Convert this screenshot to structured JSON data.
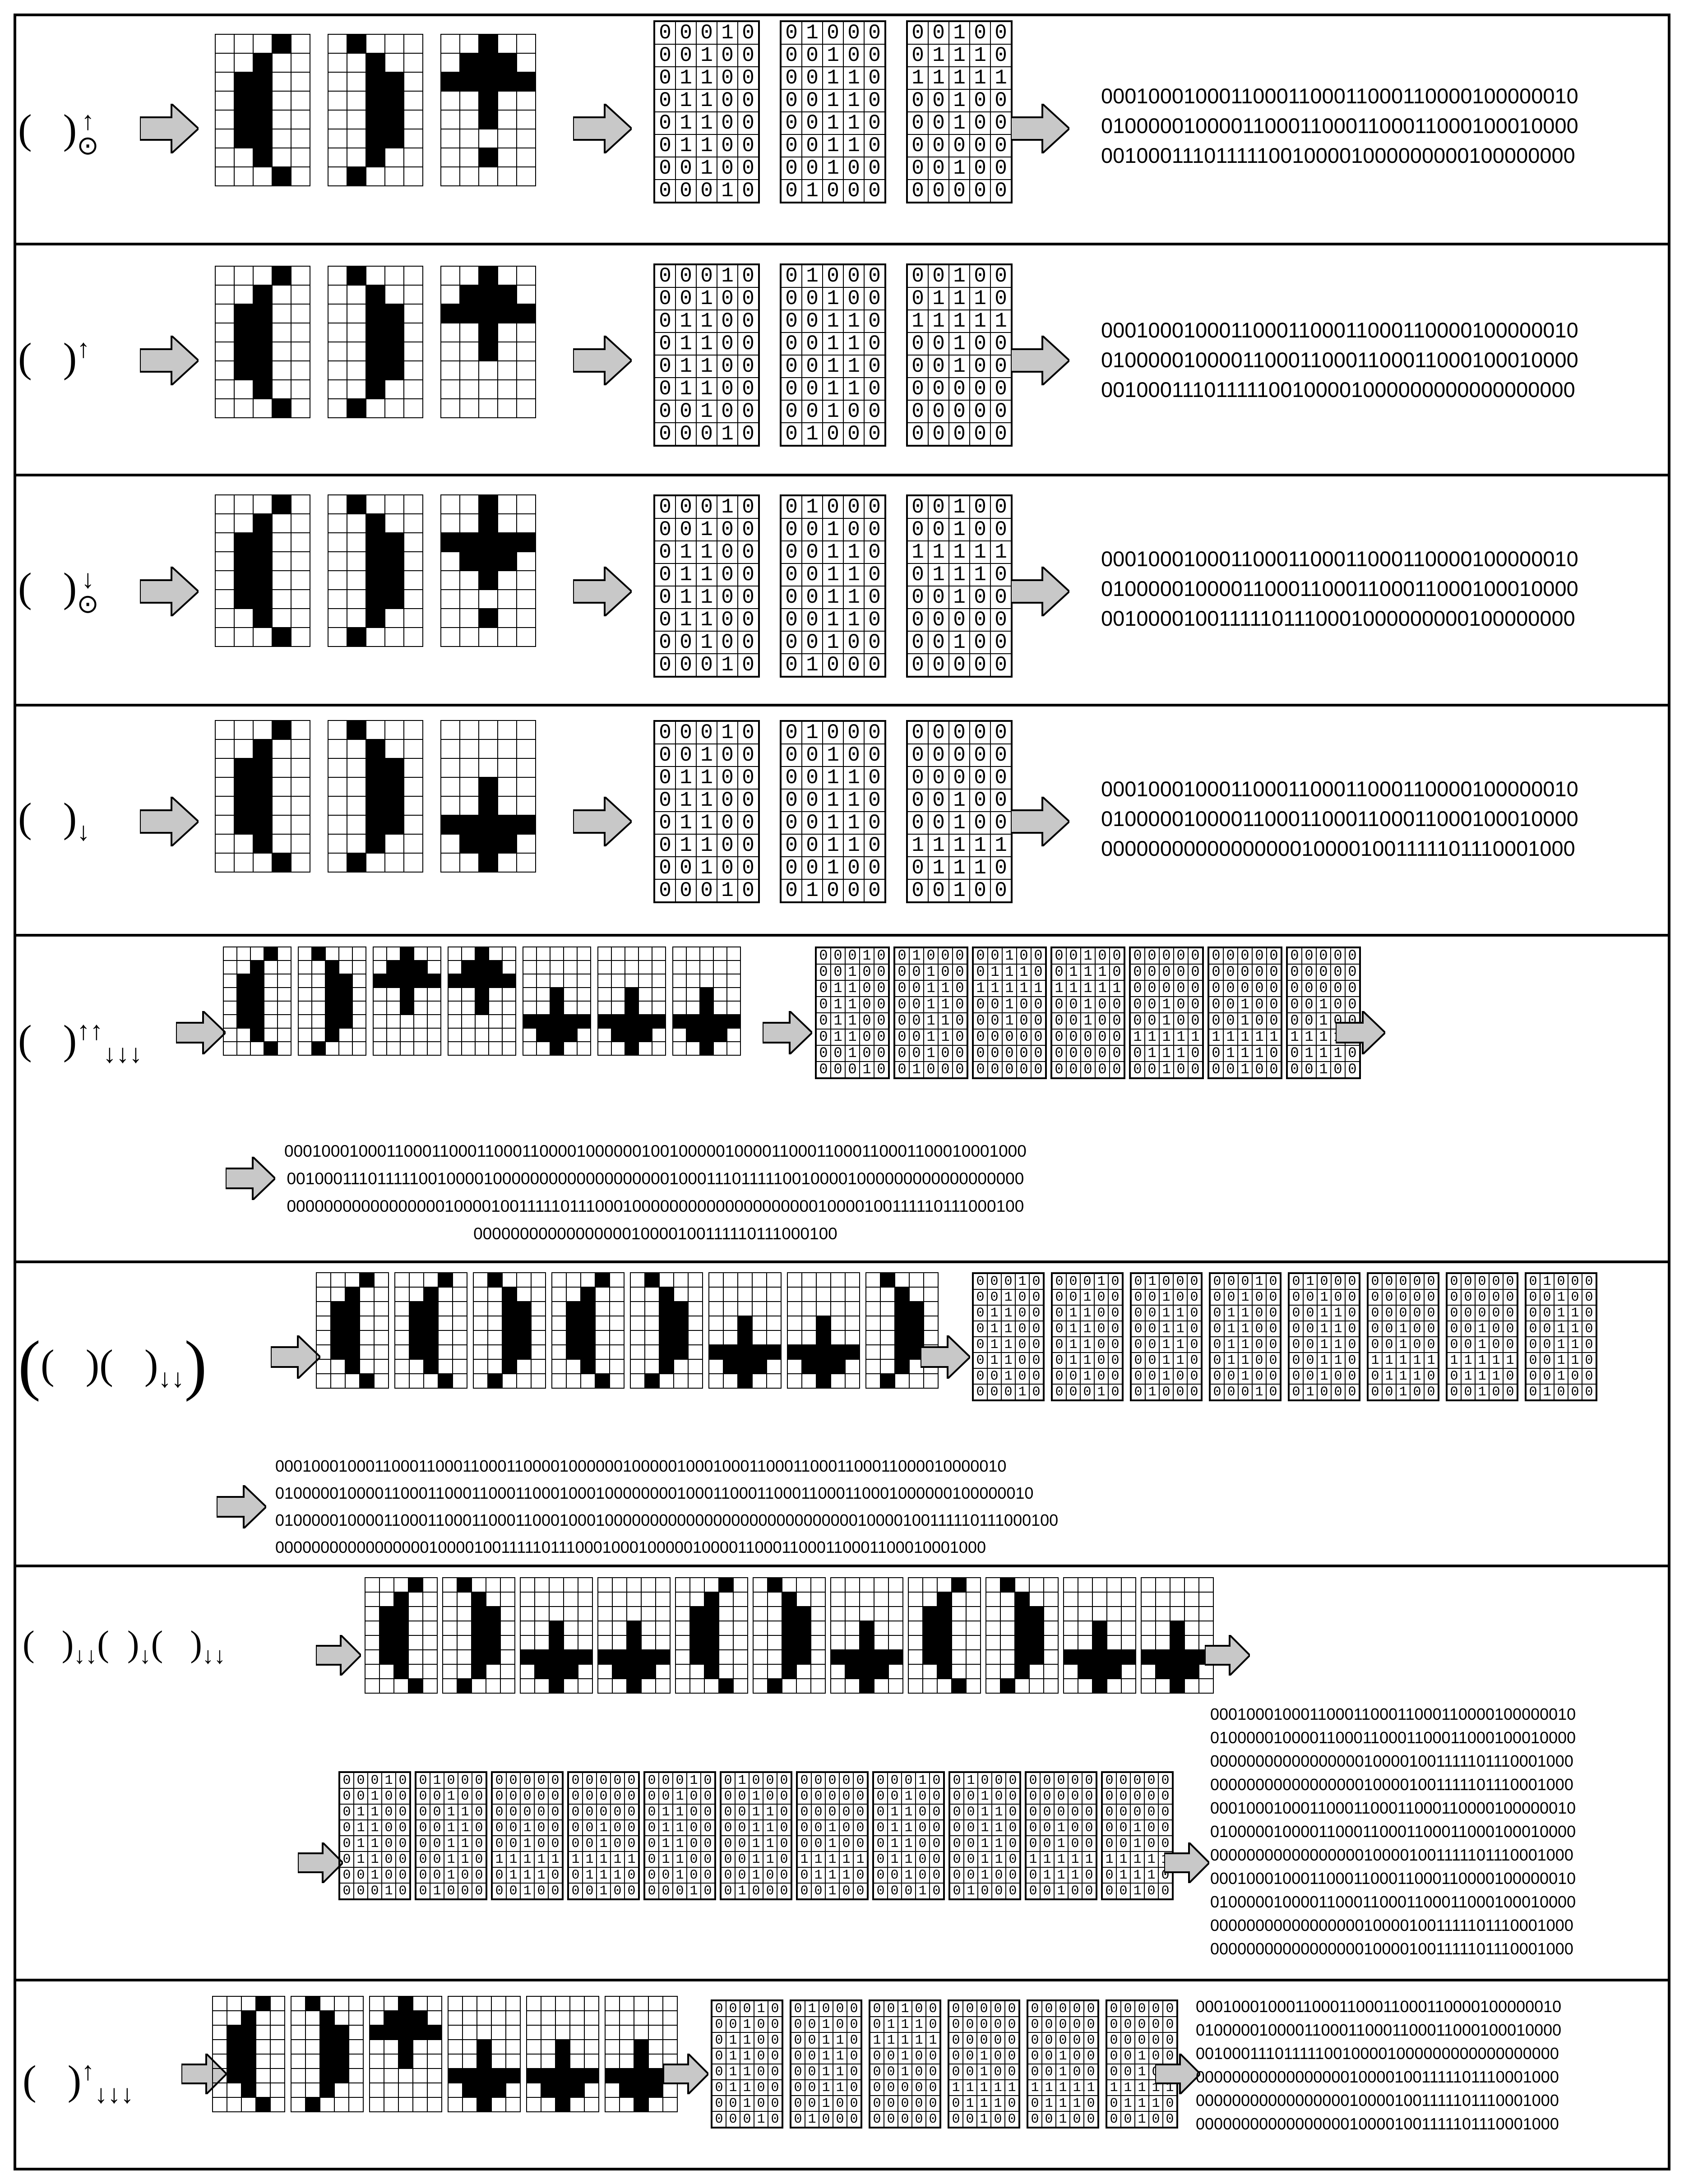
{
  "glyph_bitmaps": {
    "lp": [
      "00010",
      "00100",
      "01100",
      "01100",
      "01100",
      "01100",
      "00100",
      "00010"
    ],
    "rp": [
      "01000",
      "00100",
      "00110",
      "00110",
      "00110",
      "00110",
      "00100",
      "01000"
    ],
    "up_dot": [
      "00100",
      "01110",
      "11111",
      "00100",
      "00100",
      "00000",
      "00100",
      "00000"
    ],
    "up": [
      "00100",
      "01110",
      "11111",
      "00100",
      "00100",
      "00000",
      "00000",
      "00000"
    ],
    "down_dot": [
      "00100",
      "00100",
      "11111",
      "01110",
      "00100",
      "00000",
      "00100",
      "00000"
    ],
    "down": [
      "00000",
      "00000",
      "00000",
      "00100",
      "00100",
      "11111",
      "01110",
      "00100"
    ]
  },
  "rows": [
    {
      "label": "( )↑⊙",
      "glyphs": [
        "lp",
        "rp",
        "up_dot"
      ],
      "binary": [
        "00010001000110001100011000110000100000010",
        "01000001000011000110001100011000100010000",
        "00100011101111100100001000000000100000000"
      ]
    },
    {
      "label": "( )↑",
      "glyphs": [
        "lp",
        "rp",
        "up"
      ],
      "binary": [
        "00010001000110001100011000110000100000010",
        "01000001000011000110001100011000100010000",
        "00100011101111100100001000000000000000000"
      ]
    },
    {
      "label": "( )↓⊙",
      "glyphs": [
        "lp",
        "rp",
        "down_dot"
      ],
      "binary": [
        "00010001000110001100011000110000100000010",
        "01000001000011000110001100011000100010000",
        "00100001001111101110001000000000100000000"
      ]
    },
    {
      "label": "( )↓",
      "glyphs": [
        "lp",
        "rp",
        "down"
      ],
      "binary": [
        "00010001000110001100011000110000100000010",
        "01000001000011000110001100011000100010000",
        "00000000000000000100001001111101110001000"
      ]
    },
    {
      "label": "( )↑↑↓↓↓",
      "glyphs": [
        "lp",
        "rp",
        "up",
        "up",
        "down",
        "down",
        "down"
      ],
      "binary": [
        "000100010001100011000110001100001000000100100000100001100011000110001100010001000",
        "001000111011111001000010000000000000000000100011101111100100001000000000000000000",
        "000000000000000001000010011111011100010000000000000000000010000100111110111000100",
        "0000000000000000010000100111110111000100"
      ]
    },
    {
      "label": "(( )( )↓↓)",
      "glyphs": [
        "lp",
        "lp",
        "rp",
        "lp",
        "rp",
        "down",
        "down",
        "rp"
      ],
      "binary": [
        "0001000100011000110001100011000010000001000001000100011000110001100011000010000010",
        "0100000100001100011000110001100010001000000001000110001100011000110001000000100000010",
        "0100000100001100011000110001100010001000000000000000000000000000010000100111110111000100",
        "00000000000000000100001001111101110001000100000100001100011000110001100010001000"
      ]
    },
    {
      "label": "( )↓↓( )↓( )↓↓",
      "glyphs": [
        "lp",
        "rp",
        "down",
        "down",
        "lp",
        "rp",
        "down",
        "lp",
        "rp",
        "down",
        "down"
      ],
      "binary": [
        "00010001000110001100011000110000100000010",
        "01000001000011000110001100011000100010000",
        "00000000000000000100001001111101110001000",
        "00000000000000000100001001111101110001000",
        "00010001000110001100011000110000100000010",
        "01000001000011000110001100011000100010000",
        "00000000000000000100001001111101110001000",
        "00010001000110001100011000110000100000010",
        "01000001000011000110001100011000100010000",
        "00000000000000000100001001111101110001000",
        "00000000000000000100001001111101110001000"
      ]
    },
    {
      "label": "( )↑↓↓↓",
      "glyphs": [
        "lp",
        "rp",
        "up",
        "down",
        "down",
        "down"
      ],
      "binary": [
        "00010001000110001100011000110000100000010",
        "01000001000011000110001100011000100010000",
        "00100011101111100100001000000000000000000",
        "00000000000000000100001001111101110001000",
        "00000000000000000100001001111101110001000",
        "00000000000000000100001001111101110001000"
      ]
    }
  ]
}
